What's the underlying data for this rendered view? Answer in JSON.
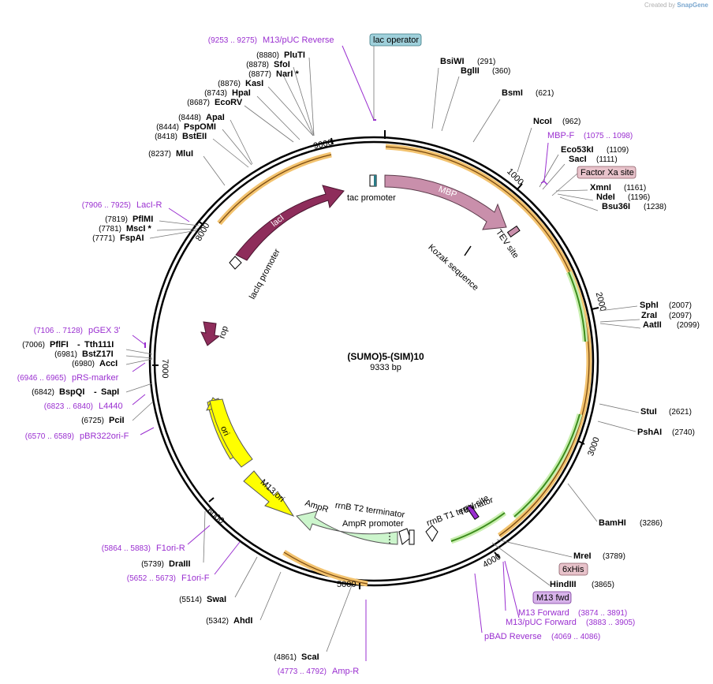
{
  "credit": {
    "prefix": "Created by",
    "brand": "SnapGene"
  },
  "plasmid": {
    "name": "(SUMO)5-(SIM)10",
    "length": "9333 bp"
  },
  "ticks": [
    "1000",
    "2000",
    "3000",
    "4000",
    "5000",
    "6000",
    "7000",
    "8000",
    "9000"
  ],
  "enzymes_right": [
    {
      "name": "BsiWI",
      "pos": "(291)"
    },
    {
      "name": "BglII",
      "pos": "(360)"
    },
    {
      "name": "BsmI",
      "pos": "(621)"
    },
    {
      "name": "NcoI",
      "pos": "(962)"
    },
    {
      "name": "Eco53kI",
      "pos": "(1109)"
    },
    {
      "name": "SacI",
      "pos": "(1111)"
    },
    {
      "name": "XmnI",
      "pos": "(1161)"
    },
    {
      "name": "NdeI",
      "pos": "(1196)"
    },
    {
      "name": "Bsu36I",
      "pos": "(1238)"
    },
    {
      "name": "SphI",
      "pos": "(2007)"
    },
    {
      "name": "ZraI",
      "pos": "(2097)"
    },
    {
      "name": "AatII",
      "pos": "(2099)"
    },
    {
      "name": "StuI",
      "pos": "(2621)"
    },
    {
      "name": "PshAI",
      "pos": "(2740)"
    },
    {
      "name": "BamHI",
      "pos": "(3286)"
    },
    {
      "name": "MreI",
      "pos": "(3789)"
    },
    {
      "name": "HindIII",
      "pos": "(3865)"
    }
  ],
  "enzymes_left": [
    {
      "name": "PluTI",
      "pos": "(8880)"
    },
    {
      "name": "SfoI",
      "pos": "(8878)"
    },
    {
      "name": "NarI *",
      "pos": "(8877)"
    },
    {
      "name": "KasI",
      "pos": "(8876)"
    },
    {
      "name": "HpaI",
      "pos": "(8743)"
    },
    {
      "name": "EcoRV",
      "pos": "(8687)"
    },
    {
      "name": "ApaI",
      "pos": "(8448)"
    },
    {
      "name": "PspOMI",
      "pos": "(8444)"
    },
    {
      "name": "BstEII",
      "pos": "(8418)"
    },
    {
      "name": "MluI",
      "pos": "(8237)"
    },
    {
      "name": "PflMI",
      "pos": "(7819)"
    },
    {
      "name": "MscI *",
      "pos": "(7781)"
    },
    {
      "name": "FspAI",
      "pos": "(7771)"
    },
    {
      "name": "PflFI",
      "pos": "(7006)"
    },
    {
      "name": "Tth111I",
      "pos": ""
    },
    {
      "name": "BstZ17I",
      "pos": "(6981)"
    },
    {
      "name": "AccI",
      "pos": "(6980)"
    },
    {
      "name": "BspQI",
      "pos": "(6842)"
    },
    {
      "name": "SapI",
      "pos": ""
    },
    {
      "name": "PciI",
      "pos": "(6725)"
    },
    {
      "name": "DraIII",
      "pos": "(5739)"
    },
    {
      "name": "SwaI",
      "pos": "(5514)"
    },
    {
      "name": "AhdI",
      "pos": "(5342)"
    },
    {
      "name": "ScaI",
      "pos": "(4861)"
    }
  ],
  "primers": [
    {
      "name": "M13/pUC Reverse",
      "pos": "(9253 .. 9275)"
    },
    {
      "name": "MBP-F",
      "pos": "(1075 .. 1098)"
    },
    {
      "name": "LacI-R",
      "pos": "(7906 .. 7925)"
    },
    {
      "name": "pGEX 3'",
      "pos": "(7106 .. 7128)"
    },
    {
      "name": "pRS-marker",
      "pos": "(6946 .. 6965)"
    },
    {
      "name": "L4440",
      "pos": "(6823 .. 6840)"
    },
    {
      "name": "pBR322ori-F",
      "pos": "(6570 .. 6589)"
    },
    {
      "name": "F1ori-R",
      "pos": "(5864 .. 5883)"
    },
    {
      "name": "F1ori-F",
      "pos": "(5652 .. 5673)"
    },
    {
      "name": "Amp-R",
      "pos": "(4773 .. 4792)"
    },
    {
      "name": "M13 Forward",
      "pos": "(3874 .. 3891)"
    },
    {
      "name": "M13/pUC Forward",
      "pos": "(3883 .. 3905)"
    },
    {
      "name": "pBAD Reverse",
      "pos": "(4069 .. 4086)"
    }
  ],
  "boxed": {
    "lac_operator": "lac operator",
    "factor_xa": "Factor Xa site",
    "his": "6xHis",
    "m13fwd": "M13 fwd"
  },
  "features": {
    "tac": "tac promoter",
    "mbp": "MBP",
    "tev1": "TEV site",
    "kozak": "Kozak sequence",
    "laci": "lacI",
    "laciq": "lacIq promoter",
    "rop": "rop",
    "ori": "ori",
    "m13ori": "M13 ori",
    "ampr": "AmpR",
    "rrnb_t2": "rrnB T2 terminator",
    "ampr_prom": "AmpR promoter",
    "rrnb_t1": "rrnB T1 terminator",
    "tev2": "TEV site"
  },
  "colors": {
    "mbp": "#c98fab",
    "laci": "#8e2d5b",
    "rop": "#8e2d5b",
    "ori": "#ffff00",
    "ampr": "#ccf5cc",
    "orange_arc": "#f3c36f",
    "green_arc": "#3c8c1c",
    "primer": "#9a2fd0",
    "lac_box": "#9fd0db",
    "factor_box": "#e8c3cb"
  }
}
